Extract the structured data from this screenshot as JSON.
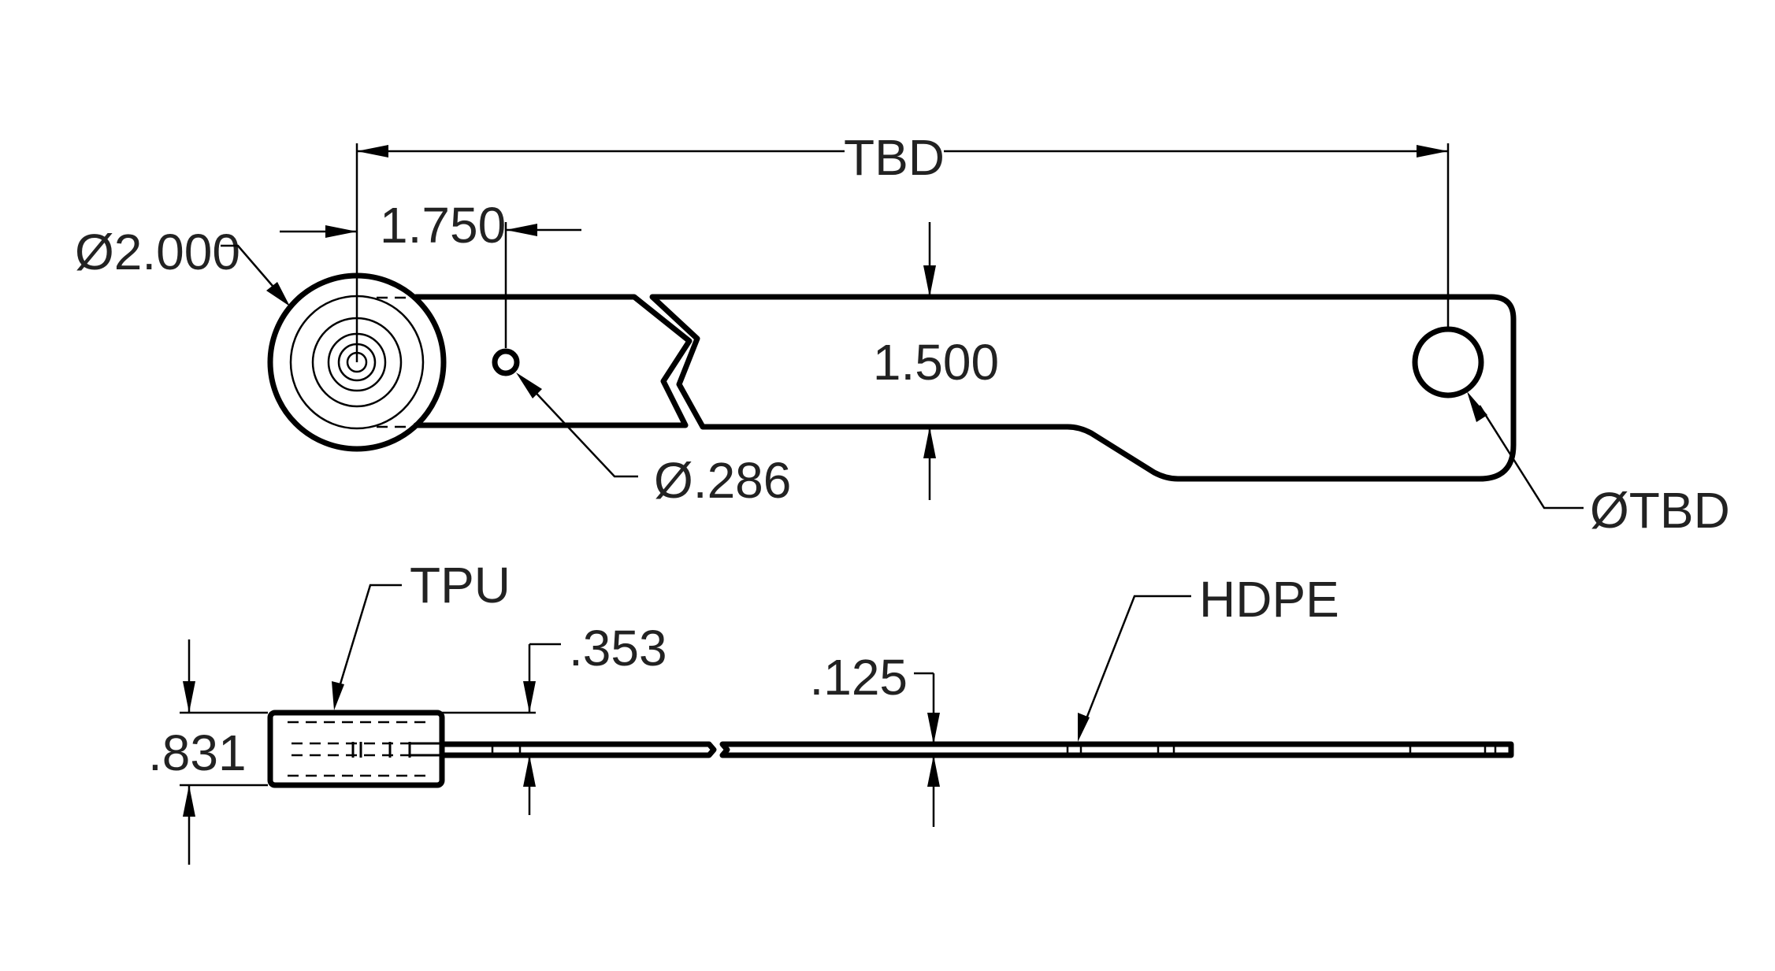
{
  "dimensions": {
    "overall_length": "TBD",
    "ring_diameter": "Ø2.000",
    "hole_offset": "1.750",
    "strap_width": "1.500",
    "small_hole_diameter": "Ø.286",
    "end_hole_diameter": "ØTBD",
    "ring_thickness": ".831",
    "hub_thickness": ".353",
    "strap_thickness": ".125"
  },
  "materials": {
    "ring_material": "TPU",
    "strap_material": "HDPE"
  }
}
